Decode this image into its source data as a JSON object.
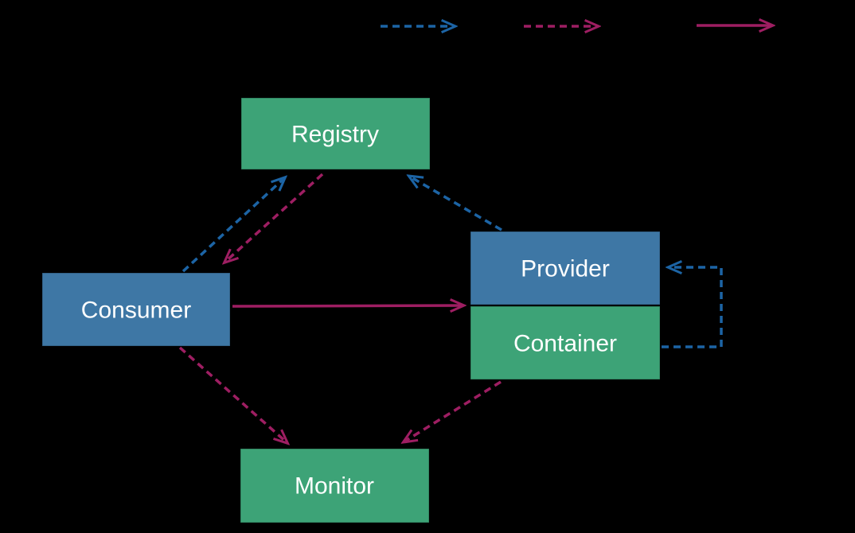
{
  "diagram": {
    "background": "#000000",
    "colors": {
      "node_blue": "#3e77a5",
      "node_green": "#3da377",
      "arrow_blue": "#1c64a5",
      "arrow_crimson": "#9e1e62",
      "label_text": "#ffffff"
    },
    "nodes": {
      "registry": {
        "label": "Registry",
        "color_ref": "node_green"
      },
      "provider": {
        "label": "Provider",
        "color_ref": "node_blue"
      },
      "container": {
        "label": "Container",
        "color_ref": "node_green"
      },
      "consumer": {
        "label": "Consumer",
        "color_ref": "node_blue"
      },
      "monitor": {
        "label": "Monitor",
        "color_ref": "node_green"
      }
    },
    "edges": [
      {
        "from": "consumer",
        "to": "registry",
        "style": "dashed",
        "color_ref": "arrow_blue"
      },
      {
        "from": "registry",
        "to": "consumer",
        "style": "dashed",
        "color_ref": "arrow_crimson"
      },
      {
        "from": "provider",
        "to": "registry",
        "style": "dashed",
        "color_ref": "arrow_blue"
      },
      {
        "from": "container",
        "to": "provider",
        "style": "dashed",
        "color_ref": "arrow_blue"
      },
      {
        "from": "consumer",
        "to": "provider",
        "style": "solid",
        "color_ref": "arrow_crimson"
      },
      {
        "from": "consumer",
        "to": "monitor",
        "style": "dashed",
        "color_ref": "arrow_crimson"
      },
      {
        "from": "provider",
        "to": "monitor",
        "style": "dashed",
        "color_ref": "arrow_crimson"
      }
    ],
    "legend": {
      "items": [
        {
          "style": "dashed",
          "color_ref": "arrow_blue"
        },
        {
          "style": "dashed",
          "color_ref": "arrow_crimson"
        },
        {
          "style": "solid",
          "color_ref": "arrow_crimson"
        }
      ]
    }
  }
}
